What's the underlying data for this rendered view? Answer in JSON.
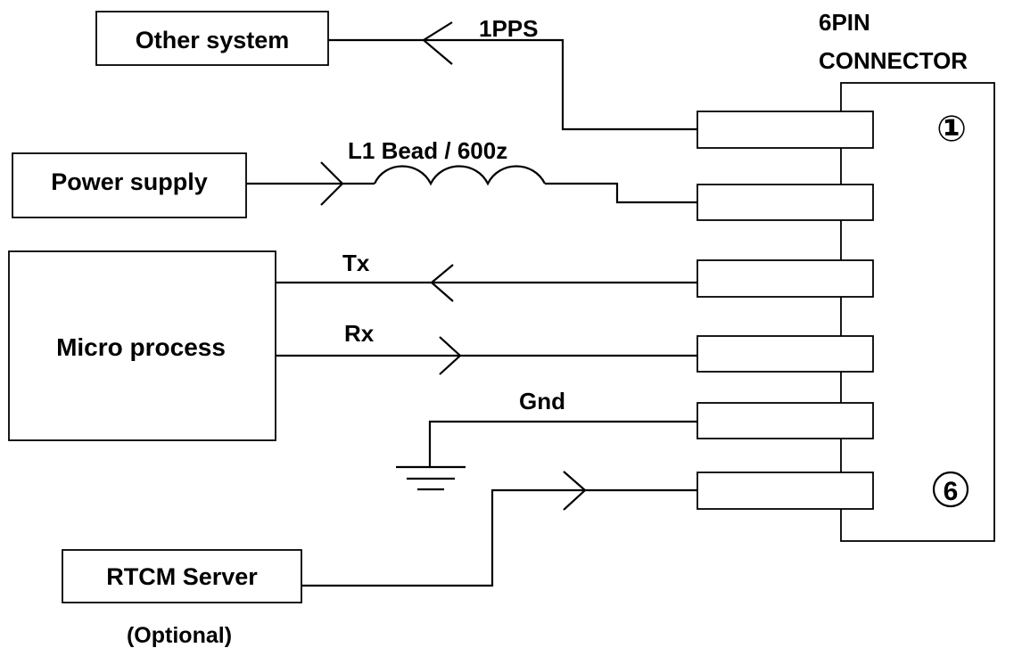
{
  "connector": {
    "title_line1": "6PIN",
    "title_line2": "CONNECTOR",
    "pin_first": "①",
    "pin_last": "6"
  },
  "blocks": {
    "other_system": "Other system",
    "power_supply": "Power supply",
    "micro_process": "Micro process",
    "rtcm_server": "RTCM Server",
    "rtcm_note": "(Optional)"
  },
  "signals": {
    "pps": "1PPS",
    "bead": "L1 Bead / 600z",
    "tx": "Tx",
    "rx": "Rx",
    "gnd": "Gnd"
  }
}
